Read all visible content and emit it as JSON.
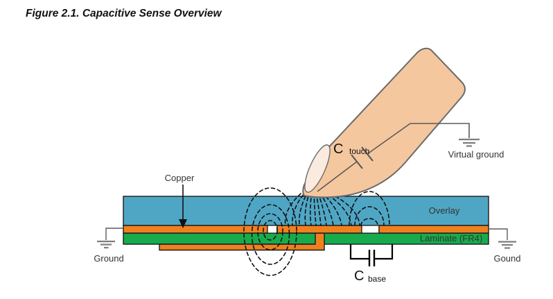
{
  "figure": {
    "title": "Figure 2.1. Capacitive Sense Overview"
  },
  "diagram": {
    "layers": {
      "overlay": "Overlay",
      "laminate": "Laminate (FR4)",
      "copper": "Copper"
    },
    "grounds": {
      "left": "Ground",
      "right": "Gound",
      "virtual": "Virtual ground"
    },
    "capacitors": {
      "touch": {
        "symbol": "C",
        "subscript": "touch"
      },
      "base": {
        "symbol": "C",
        "subscript": "base"
      }
    }
  },
  "colors": {
    "background": "#ffffff",
    "overlay": "#4FA6C4",
    "copper": "#F0801F",
    "laminate": "#17AB4E",
    "finger": "#F5C79E",
    "nail": "#FAEADF",
    "finger_outline": "#6a6a6a",
    "outline": "#1a1a1a",
    "wire": "#5a5a5a",
    "ground": "#7d7d7d",
    "field_line": "#111111",
    "text": "#333333"
  }
}
